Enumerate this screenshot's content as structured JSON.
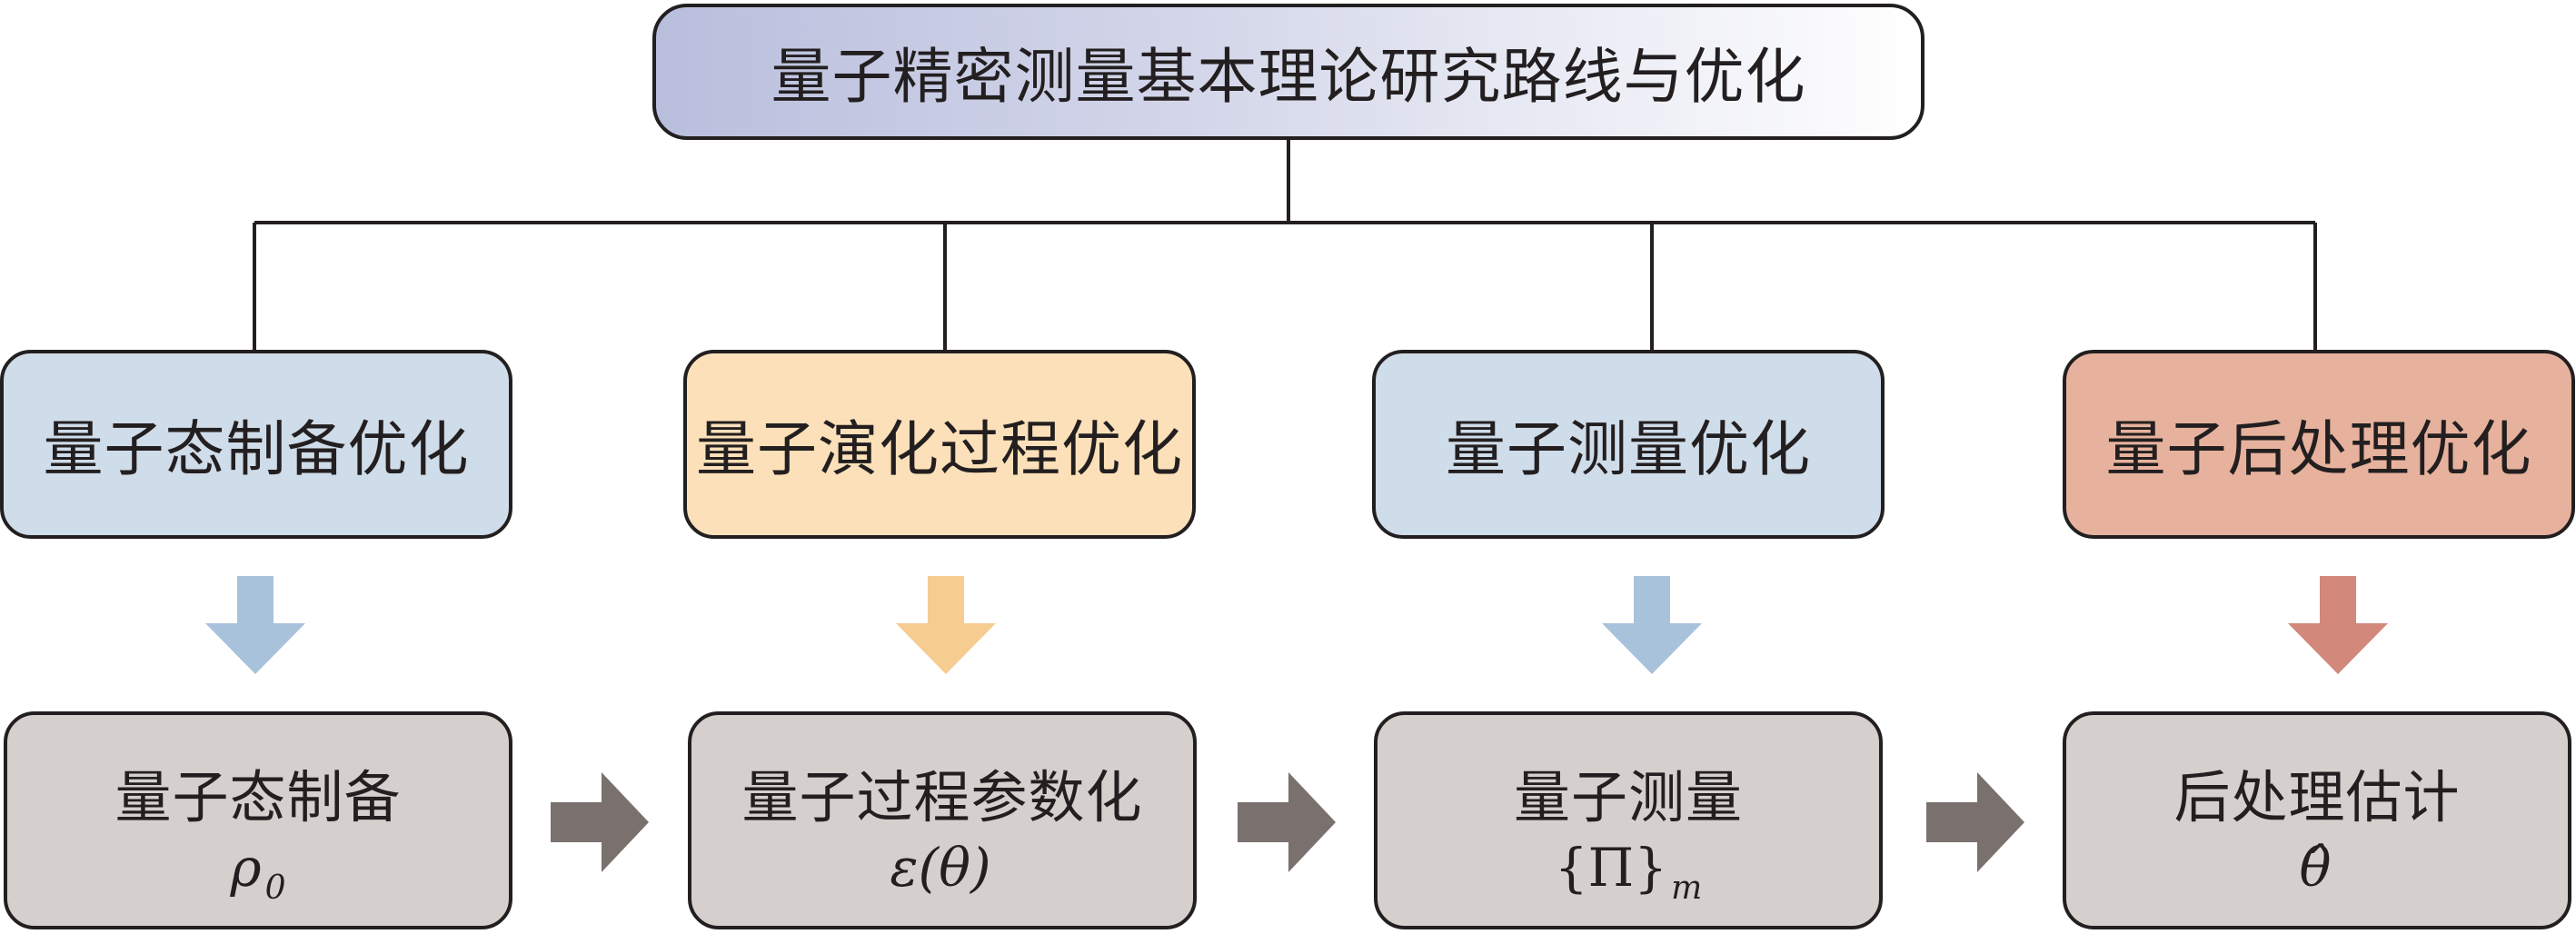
{
  "title": "量子精密测量基本理论研究路线与优化",
  "categories": [
    {
      "label": "量子态制备优化",
      "fill": "#cfdce9",
      "arrow_color": "#a9c2dc"
    },
    {
      "label": "量子演化过程优化",
      "fill": "#fbe0b9",
      "arrow_color": "#f7cc91"
    },
    {
      "label": "量子测量优化",
      "fill": "#cfdce9",
      "arrow_color": "#a9c2dc"
    },
    {
      "label": "量子后处理优化",
      "fill": "#e7b29d",
      "arrow_color": "#d2887a"
    }
  ],
  "results": [
    {
      "label": "量子态制备",
      "symbol": "ρ",
      "subscript": "0"
    },
    {
      "label": "量子过程参数化",
      "symbol": "ε(θ)",
      "subscript": ""
    },
    {
      "label": "量子测量",
      "symbol": "{Π}",
      "subscript": "m"
    },
    {
      "label": "后处理估计",
      "symbol": "θ̂",
      "subscript": ""
    }
  ],
  "colors": {
    "line": "#231f20",
    "result_fill": "#d5cfcd",
    "flow_arrow": "#7a716f"
  }
}
